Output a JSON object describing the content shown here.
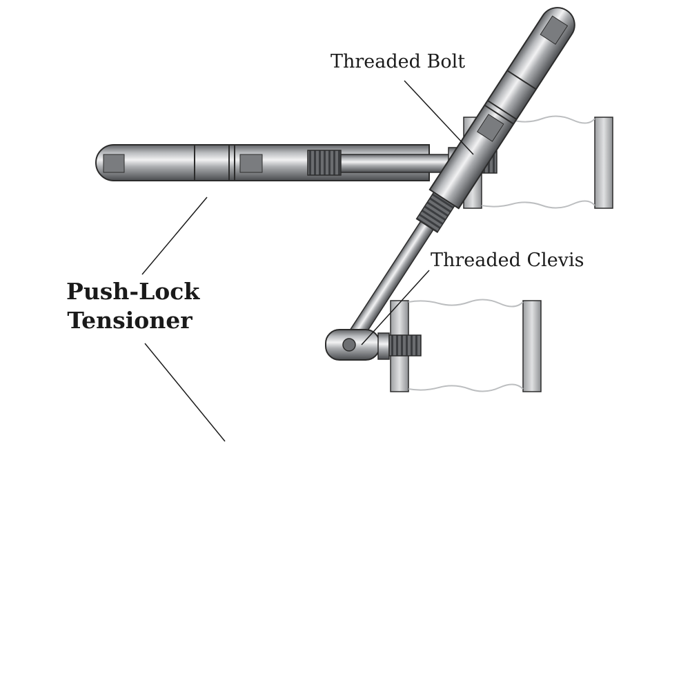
{
  "labels": {
    "threaded_bolt": "Threaded Bolt",
    "threaded_clevis": "Threaded Clevis",
    "push_lock_line1": "Push-Lock",
    "push_lock_line2": "Tensioner"
  },
  "colors": {
    "metal_dark": "#6d6f72",
    "metal_mid": "#a7a9ac",
    "metal_light": "#e6e7e8",
    "outline": "#2b2b2b",
    "post": "#bcbec0",
    "leader": "#1a1a1a"
  }
}
